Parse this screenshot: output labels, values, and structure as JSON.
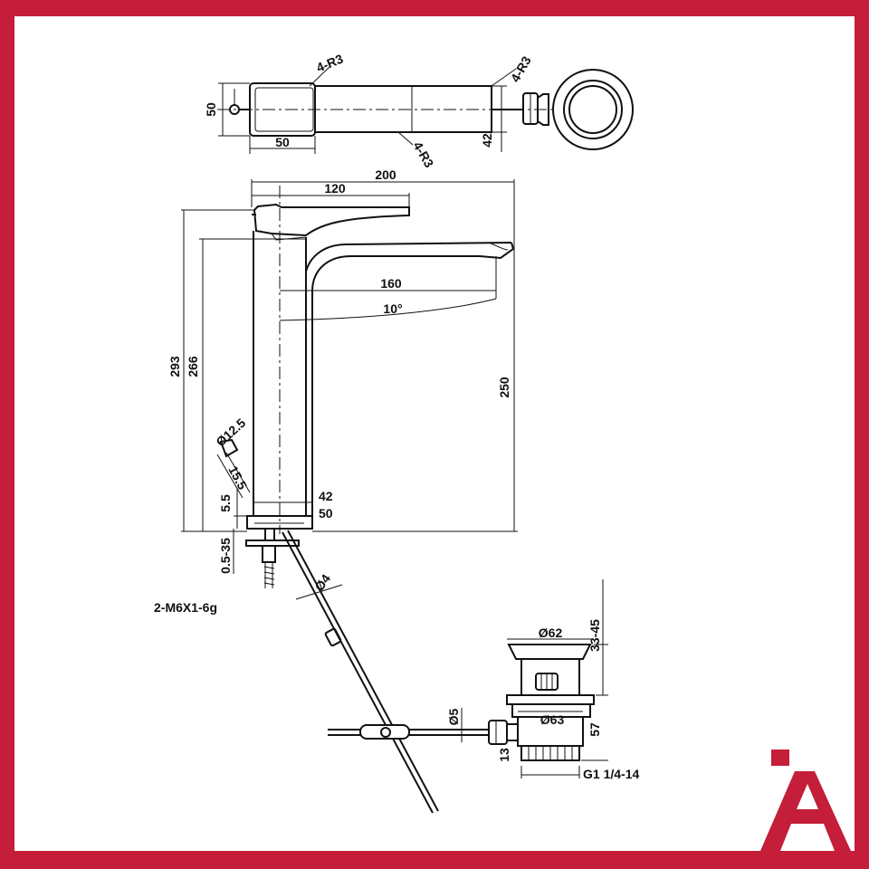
{
  "colors": {
    "frame": "#c41e3a",
    "sheet": "#ffffff",
    "ink": "#111111",
    "brand": "#c41e3a"
  },
  "top_view": {
    "dim_width": "50",
    "dim_height": "50",
    "dim_spout_height": "42",
    "radius_a": "4-R3",
    "radius_b": "4-R3",
    "radius_c": "4-R3"
  },
  "side_view": {
    "dim_total_length": "200",
    "dim_handle_length": "120",
    "dim_spout_reach": "160",
    "dim_angle": "10°",
    "dim_total_height": "293",
    "dim_spout_top": "266",
    "dim_spout_height": "250",
    "dim_body_width": "42",
    "dim_base_width": "50",
    "dim_hose_diameter": "Ø12.5",
    "dim_hose_length": "15.5",
    "dim_base_offset": "5.5",
    "dim_deck_range": "0.5-35",
    "thread_label": "2-M6X1-6g",
    "dim_rod_diameter": "Ø4"
  },
  "waste": {
    "dim_cap_diameter": "Ø62",
    "dim_cap_range": "33-45",
    "dim_flange_diameter": "Ø63",
    "dim_body_height": "57",
    "dim_rod_diameter": "Ø5",
    "dim_small": "13",
    "thread_label": "G1 1/4-14"
  },
  "logo": {
    "icon": "brand-logo-icon"
  }
}
